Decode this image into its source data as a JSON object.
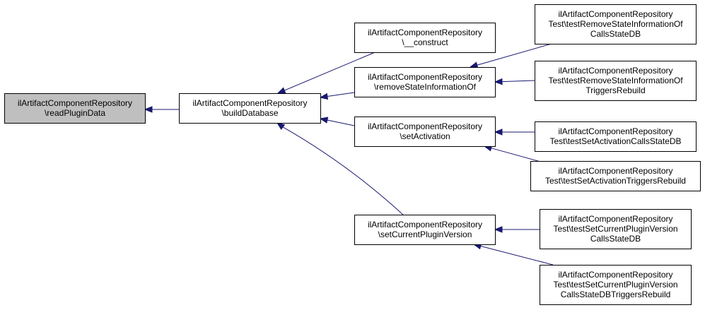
{
  "colors": {
    "edge": "#191970",
    "root_fill": "#bfbfbf",
    "node_fill": "#ffffff",
    "border": "#000000"
  },
  "nodes": [
    {
      "id": "readPluginData",
      "lines": [
        "ilArtifactComponentRepository",
        "\\readPluginData"
      ],
      "root": true
    },
    {
      "id": "buildDatabase",
      "lines": [
        "ilArtifactComponentRepository",
        "\\buildDatabase"
      ]
    },
    {
      "id": "construct",
      "lines": [
        "ilArtifactComponentRepository",
        "\\__construct"
      ]
    },
    {
      "id": "removeStateInformationOf",
      "lines": [
        "ilArtifactComponentRepository",
        "\\removeStateInformationOf"
      ]
    },
    {
      "id": "setActivation",
      "lines": [
        "ilArtifactComponentRepository",
        "\\setActivation"
      ]
    },
    {
      "id": "setCurrentPluginVersion",
      "lines": [
        "ilArtifactComponentRepository",
        "\\setCurrentPluginVersion"
      ]
    },
    {
      "id": "testRemoveStateCallsStateDB",
      "lines": [
        "ilArtifactComponentRepository",
        "Test\\testRemoveStateInformationOf",
        "CallsStateDB"
      ]
    },
    {
      "id": "testRemoveStateTriggersRebuild",
      "lines": [
        "ilArtifactComponentRepository",
        "Test\\testRemoveStateInformationOf",
        "TriggersRebuild"
      ]
    },
    {
      "id": "testSetActivationCallsStateDB",
      "lines": [
        "ilArtifactComponentRepository",
        "Test\\testSetActivationCallsStateDB"
      ]
    },
    {
      "id": "testSetActivationTriggersRebuild",
      "lines": [
        "ilArtifactComponentRepository",
        "Test\\testSetActivationTriggersRebuild"
      ]
    },
    {
      "id": "testSetCurrentPluginVersionCallsStateDB",
      "lines": [
        "ilArtifactComponentRepository",
        "Test\\testSetCurrentPluginVersion",
        "CallsStateDB"
      ]
    },
    {
      "id": "testSetCurrentPluginVersionTriggersRebuild",
      "lines": [
        "ilArtifactComponentRepository",
        "Test\\testSetCurrentPluginVersion",
        "CallsStateDBTriggersRebuild"
      ]
    }
  ],
  "edges": [
    {
      "from": "buildDatabase",
      "to": "readPluginData"
    },
    {
      "from": "construct",
      "to": "buildDatabase"
    },
    {
      "from": "removeStateInformationOf",
      "to": "buildDatabase"
    },
    {
      "from": "setActivation",
      "to": "buildDatabase"
    },
    {
      "from": "setCurrentPluginVersion",
      "to": "buildDatabase"
    },
    {
      "from": "testRemoveStateCallsStateDB",
      "to": "removeStateInformationOf"
    },
    {
      "from": "testRemoveStateTriggersRebuild",
      "to": "removeStateInformationOf"
    },
    {
      "from": "testSetActivationCallsStateDB",
      "to": "setActivation"
    },
    {
      "from": "testSetActivationTriggersRebuild",
      "to": "setActivation"
    },
    {
      "from": "testSetCurrentPluginVersionCallsStateDB",
      "to": "setCurrentPluginVersion"
    },
    {
      "from": "testSetCurrentPluginVersionTriggersRebuild",
      "to": "setCurrentPluginVersion"
    }
  ]
}
